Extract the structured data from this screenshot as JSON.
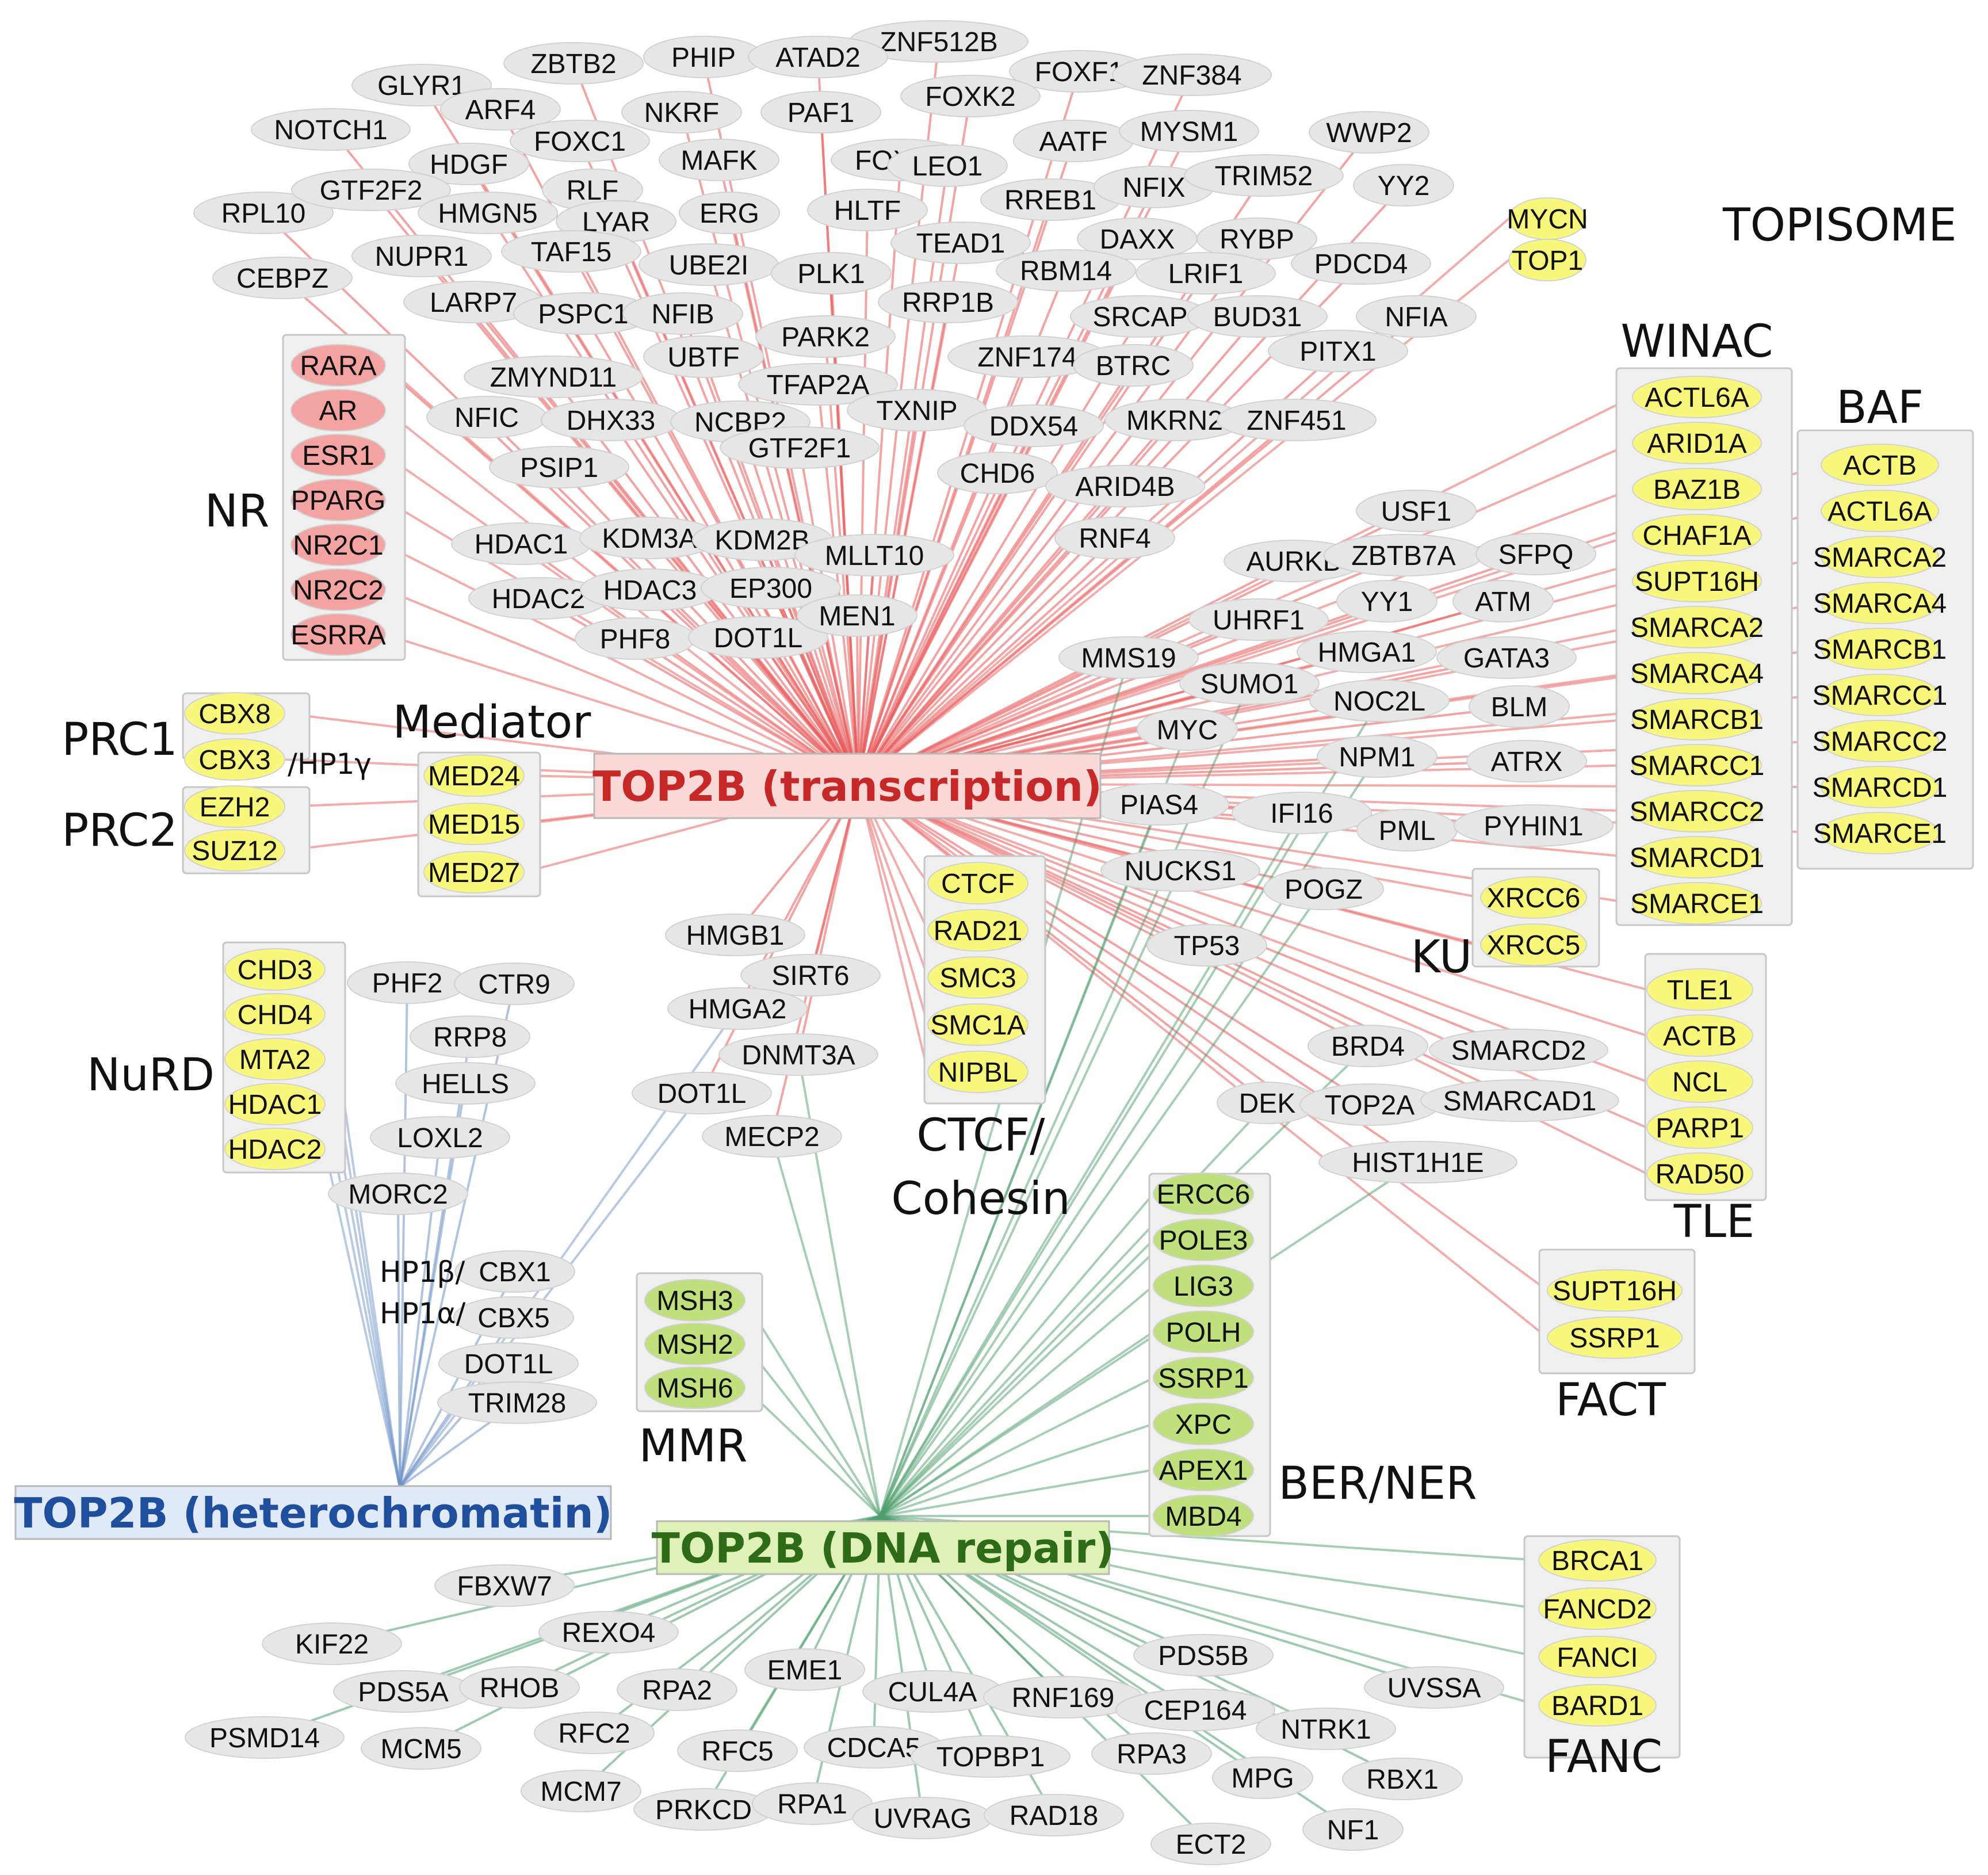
{
  "colors": {
    "transcription": "#e85a5a",
    "heterochromatin": "#6f93c7",
    "repair": "#4d9e6b",
    "gray_edge": "#8c8c8c",
    "node_gray": "#e6e6e6",
    "node_yellow": "#f8f77c",
    "node_green": "#bfe07c",
    "node_pink": "#f4a3a3",
    "group_bg": "#efefef",
    "group_border": "#c7c7c7"
  },
  "hubs": {
    "transcription": {
      "label_main": "TOP2B",
      "label_sub": "(transcription)",
      "fill": "#fbd8d8",
      "text": "#c62828"
    },
    "heterochromatin": {
      "label_main": "TOP2B",
      "label_sub": "(heterochromatin)",
      "fill": "#dfe9f7",
      "text": "#1f4e9c"
    },
    "repair": {
      "label_main": "TOP2B",
      "label_sub": "(DNA repair)",
      "fill": "#dff0b8",
      "text": "#2e6b17"
    }
  },
  "group_titles": {
    "topisome": "TOPISOME",
    "winac": "WINAC",
    "baf": "BAF",
    "nr": "NR",
    "prc1": "PRC1",
    "prc2": "PRC2",
    "mediator": "Mediator",
    "nurd": "NuRD",
    "ctcf": "CTCF/",
    "cohesin": "Cohesin",
    "ku": "KU",
    "tle": "TLE",
    "fact": "FACT",
    "mmr": "MMR",
    "bernr": "BER/NER",
    "fanc": "FANC",
    "hp1g": "/HP1γ",
    "hp1b": "HP1β/",
    "hp1a": "HP1α/"
  },
  "nodes": {
    "transcription": [
      "ZNF512B",
      "PHIP",
      "ATAD2",
      "ZBTB2",
      "GLYR1",
      "ARF4",
      "NOTCH1",
      "NKRF",
      "PAF1",
      "FOXF1",
      "ZNF384",
      "FOXK2",
      "FOXC1",
      "HDGF",
      "MAFK",
      "FOXD3",
      "LEO1",
      "AATF",
      "MYSM1",
      "WWP2",
      "RPL10",
      "GTF2F2",
      "RLF",
      "HMGN5",
      "LYAR",
      "ERG",
      "HLTF",
      "RREB1",
      "NFIX",
      "TRIM52",
      "YY2",
      "TAF15",
      "TEAD1",
      "DAXX",
      "RYBP",
      "UBE2I",
      "NUPR1",
      "CEBPZ",
      "PLK1",
      "RBM14",
      "LRIF1",
      "PDCD4",
      "LARP7",
      "PSPC1",
      "NFIB",
      "RRP1B",
      "SRCAP",
      "BUD31",
      "NFIA",
      "PARK2",
      "UBTF",
      "ZNF174",
      "BTRC",
      "PITX1",
      "ZMYND11",
      "TFAP2A",
      "NFIC",
      "DHX33",
      "NCBP2",
      "TXNIP",
      "DDX54",
      "MKRN2",
      "ZNF451",
      "GTF2F1",
      "PSIP1",
      "CHD6",
      "ARID4B",
      "USF1",
      "HDAC1",
      "KDM3A",
      "KDM2B",
      "MLLT10",
      "RNF4",
      "AURKB",
      "ZBTB7A",
      "SFPQ",
      "HDAC2",
      "HDAC3",
      "EP300",
      "YY1",
      "ATM",
      "PHF8",
      "DOT1L",
      "MEN1",
      "UHRF1",
      "MMS19",
      "HMGA1",
      "GATA3",
      "SUMO1",
      "NOC2L",
      "BLM",
      "MYC",
      "NPM1",
      "ATRX",
      "PIAS4",
      "IFI16",
      "PML",
      "PYHIN1",
      "NUCKS1",
      "POGZ",
      "TP53",
      "HMGB1",
      "SIRT6",
      "HMGA2",
      "DNMT3A",
      "DOT1L",
      "MECP2",
      "BRD4",
      "SMARCD2",
      "DEK",
      "TOP2A",
      "SMARCAD1",
      "HIST1H1E"
    ],
    "heterochromatin": [
      "PHF2",
      "CTR9",
      "RRP8",
      "HELLS",
      "LOXL2",
      "MORC2",
      "CBX1",
      "CBX5",
      "DOT1L",
      "TRIM28"
    ],
    "repair": [
      "FBXW7",
      "KIF22",
      "REXO4",
      "PDS5A",
      "RHOB",
      "RPA2",
      "EME1",
      "CUL4A",
      "RNF169",
      "PDS5B",
      "UVSSA",
      "CEP164",
      "PSMD14",
      "MCM5",
      "RFC2",
      "RFC5",
      "CDCA5",
      "TOPBP1",
      "RPA3",
      "NTRK1",
      "MCM7",
      "PRKCD",
      "RPA1",
      "UVRAG",
      "RAD18",
      "MPG",
      "RBX1",
      "ECT2",
      "NF1"
    ]
  },
  "groups": {
    "topisome": [
      "MYCN",
      "TOP1"
    ],
    "winac": [
      "ACTL6A",
      "ARID1A",
      "BAZ1B",
      "CHAF1A",
      "SUPT16H",
      "SMARCA2",
      "SMARCA4",
      "SMARCB1",
      "SMARCC1",
      "SMARCC2",
      "SMARCD1",
      "SMARCE1"
    ],
    "baf": [
      "ACTB",
      "ACTL6A",
      "SMARCA2",
      "SMARCA4",
      "SMARCB1",
      "SMARCC1",
      "SMARCC2",
      "SMARCD1",
      "SMARCE1"
    ],
    "nr": [
      "RARA",
      "AR",
      "ESR1",
      "PPARG",
      "NR2C1",
      "NR2C2",
      "ESRRA"
    ],
    "prc1": [
      "CBX8",
      "CBX3"
    ],
    "prc2": [
      "EZH2",
      "SUZ12"
    ],
    "mediator": [
      "MED24",
      "MED15",
      "MED27"
    ],
    "nurd": [
      "CHD3",
      "CHD4",
      "MTA2",
      "HDAC1",
      "HDAC2"
    ],
    "ctcf": [
      "CTCF",
      "RAD21",
      "SMC3",
      "SMC1A",
      "NIPBL"
    ],
    "ku": [
      "XRCC6",
      "XRCC5"
    ],
    "tle": [
      "TLE1",
      "ACTB",
      "NCL",
      "PARP1",
      "RAD50"
    ],
    "fact": [
      "SUPT16H",
      "SSRP1"
    ],
    "mmr": [
      "MSH3",
      "MSH2",
      "MSH6"
    ],
    "bernr": [
      "ERCC6",
      "POLE3",
      "LIG3",
      "POLH",
      "SSRP1",
      "XPC",
      "APEX1",
      "MBD4"
    ],
    "fanc": [
      "BRCA1",
      "FANCD2",
      "FANCI",
      "BARD1"
    ]
  }
}
